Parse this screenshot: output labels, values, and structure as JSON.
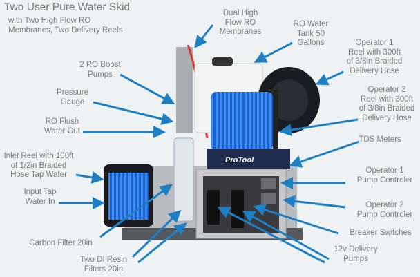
{
  "title": "Two User Pure Water Skid",
  "subtitle": "with Two High Flow RO\nMembranes, Two Delivery Reels",
  "brand_logo": "ProTool",
  "arrow_color": "#1e7fc4",
  "callouts": {
    "membranes": "Dual High\nFlow RO\nMembranes",
    "tank": "RO Water\nTank 50\nGallons",
    "op1_reel": "Operator 1\nReel with 300ft\nof 3/8in Braided\nDelivery Hose",
    "op2_reel": "Operator 2\nReel with 300ft\nof 3/8in Braided\nDelivery Hose",
    "tds": "TDS Meters",
    "op1_pump": "Operator 1\nPump Controler",
    "op2_pump": "Operator 2\nPump Controler",
    "breaker": "Breaker Switches",
    "delivery_pumps": "12v Delivery\nPumps",
    "di_resin": "Two DI Resin\nFilters 20in",
    "carbon": "Carbon Filter 20in",
    "input_tap": "Input Tap\nWater In",
    "inlet_reel": "Inlet Reel with 100ft\nof 1/2in Braided\nHose Tap Water",
    "flush": "RO Flush\nWater Out",
    "gauge": "Pressure\nGauge",
    "boost": "2 RO Boost\nPumps"
  }
}
